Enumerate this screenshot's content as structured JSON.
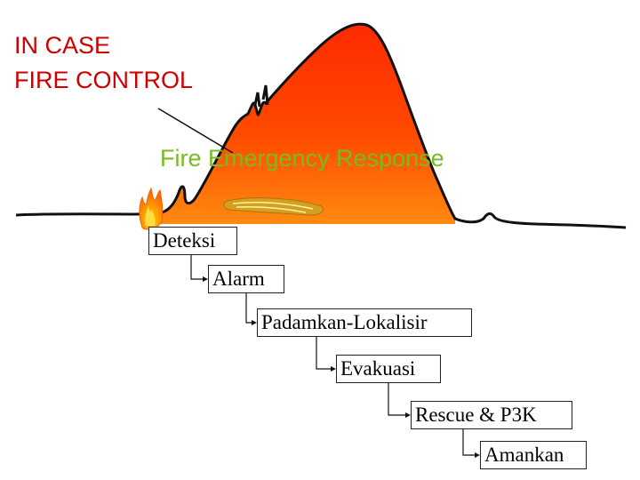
{
  "title": {
    "line1": "IN CASE",
    "line2": "FIRE CONTROL"
  },
  "subtitle": "Fire Emergency Response",
  "steps": [
    {
      "label": "Deteksi"
    },
    {
      "label": "Alarm"
    },
    {
      "label": "Padamkan-Lokalisir"
    },
    {
      "label": "Evakuasi"
    },
    {
      "label": "Rescue & P3K"
    },
    {
      "label": "Amankan"
    }
  ],
  "colors": {
    "title_text": "#cc0000",
    "subtitle_text": "#77bb22",
    "curve_fill_top": "#ff2a00",
    "curve_fill_bottom": "#ff8a10",
    "curve_stroke": "#111111",
    "flame_outer": "#ff6a00",
    "flame_inner": "#ffd000",
    "log_color": "#d4a020"
  },
  "icons": {
    "flame": "flame-icon",
    "log": "burning-log-icon"
  }
}
